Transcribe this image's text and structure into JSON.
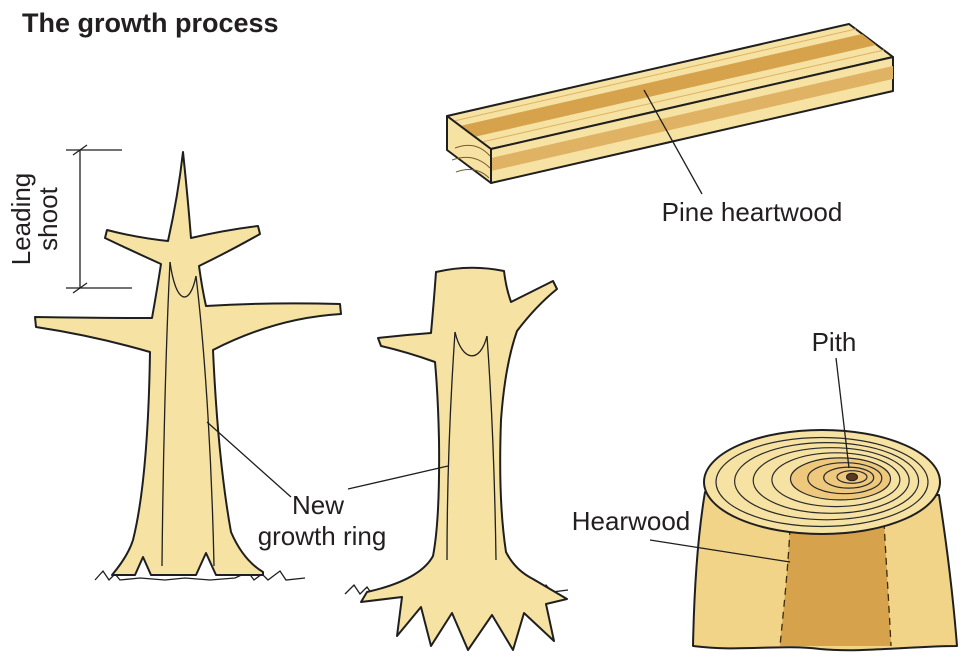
{
  "title": "The growth process",
  "labels": {
    "leading_shoot_line1": "Leading",
    "leading_shoot_line2": "shoot",
    "new_growth_ring_line1": "New",
    "new_growth_ring_line2": "growth ring",
    "pine_heartwood": "Pine heartwood",
    "pith": "Pith",
    "heartwood": "Hearwood"
  },
  "colors": {
    "wood_light": "#f6e2a2",
    "wood_medium": "#f1d488",
    "wood_grain": "#dfb264",
    "heartwood_dark": "#d7a24c",
    "heartwood_top": "#eec87c",
    "pith_brown": "#5a3a1c",
    "outline": "#1f1f1f"
  }
}
